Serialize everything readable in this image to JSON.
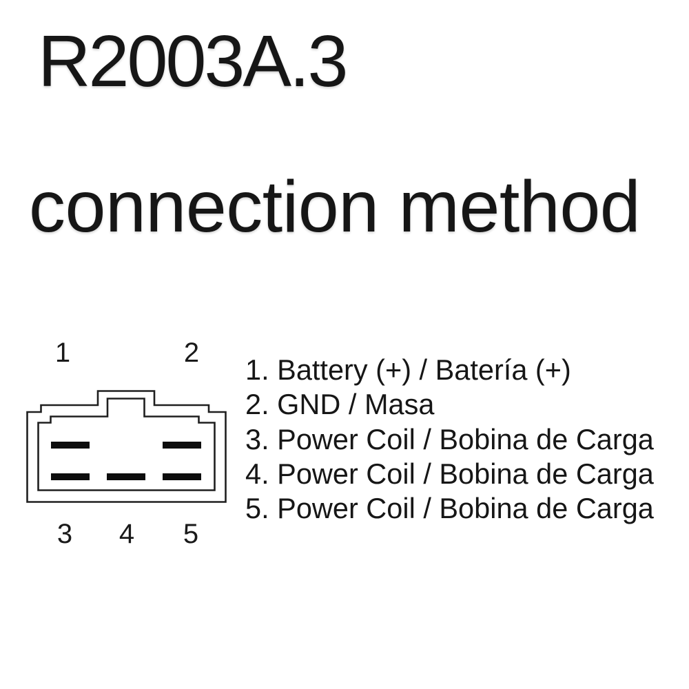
{
  "colors": {
    "background": "#ffffff",
    "ink": "#1a1a1a",
    "housing_stroke": "#1f1f1f",
    "pin_fill": "#0d0d0d"
  },
  "header": {
    "model": "R2003A.3",
    "subtitle": "connection method"
  },
  "connector": {
    "description": "5-pin connector housing, front view",
    "pins": [
      "1",
      "2",
      "3",
      "4",
      "5"
    ],
    "top_row_pins": [
      "1",
      "2"
    ],
    "bottom_row_pins": [
      "3",
      "4",
      "5"
    ]
  },
  "legend": {
    "items": [
      "1. Battery (+) / Batería (+)",
      "2. GND / Masa",
      "3. Power Coil / Bobina de Carga",
      "4. Power Coil / Bobina de Carga",
      "5. Power Coil / Bobina de Carga"
    ]
  }
}
